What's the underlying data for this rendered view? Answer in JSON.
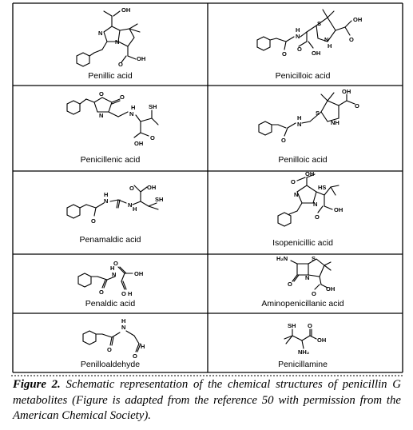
{
  "figure": {
    "compounds": [
      {
        "id": "penillic",
        "name": "Penillic acid",
        "atoms": [
          "OH",
          "N",
          "N",
          "O",
          "OH"
        ]
      },
      {
        "id": "penicilloic",
        "name": "Penicilloic acid",
        "atoms": [
          "S",
          "OH",
          "O",
          "N",
          "H",
          "H",
          "N",
          "O",
          "OH",
          "O"
        ]
      },
      {
        "id": "penicillenic",
        "name": "Penicillenic acid",
        "atoms": [
          "O",
          "O",
          "N",
          "N",
          "H",
          "SH",
          "O",
          "OH"
        ]
      },
      {
        "id": "penilloic",
        "name": "Penilloic acid",
        "atoms": [
          "OH",
          "O",
          "S",
          "NH",
          "O",
          "N",
          "H"
        ]
      },
      {
        "id": "penamaldic",
        "name": "Penamaldic acid",
        "atoms": [
          "O",
          "OH",
          "O",
          "N",
          "H",
          "SH",
          "N",
          "H"
        ]
      },
      {
        "id": "isopenicillic",
        "name": "Isopenicillic acid",
        "atoms": [
          "OH",
          "O",
          "HS",
          "N",
          "N",
          "O",
          "OH"
        ]
      },
      {
        "id": "penaldic",
        "name": "Penaldic acid",
        "atoms": [
          "O",
          "OH",
          "N",
          "H",
          "O",
          "O",
          "H"
        ]
      },
      {
        "id": "aminopenicillanic",
        "name": "Aminopenicillanic acid",
        "atoms": [
          "H₂N",
          "S",
          "N",
          "O",
          "O",
          "OH"
        ]
      },
      {
        "id": "penilloaldehyde",
        "name": "Penilloaldehyde",
        "atoms": [
          "H",
          "N",
          "O",
          "O",
          "H"
        ]
      },
      {
        "id": "penicillamine",
        "name": "Penicillamine",
        "atoms": [
          "SH",
          "O",
          "OH",
          "NH₂"
        ]
      }
    ],
    "caption": {
      "label": "Figure 2.",
      "text": " Schematic representation of the chemical structures of penicillin G metabolites (Figure is adapted from the reference 50 with permission from the American Chemical Society)."
    }
  }
}
